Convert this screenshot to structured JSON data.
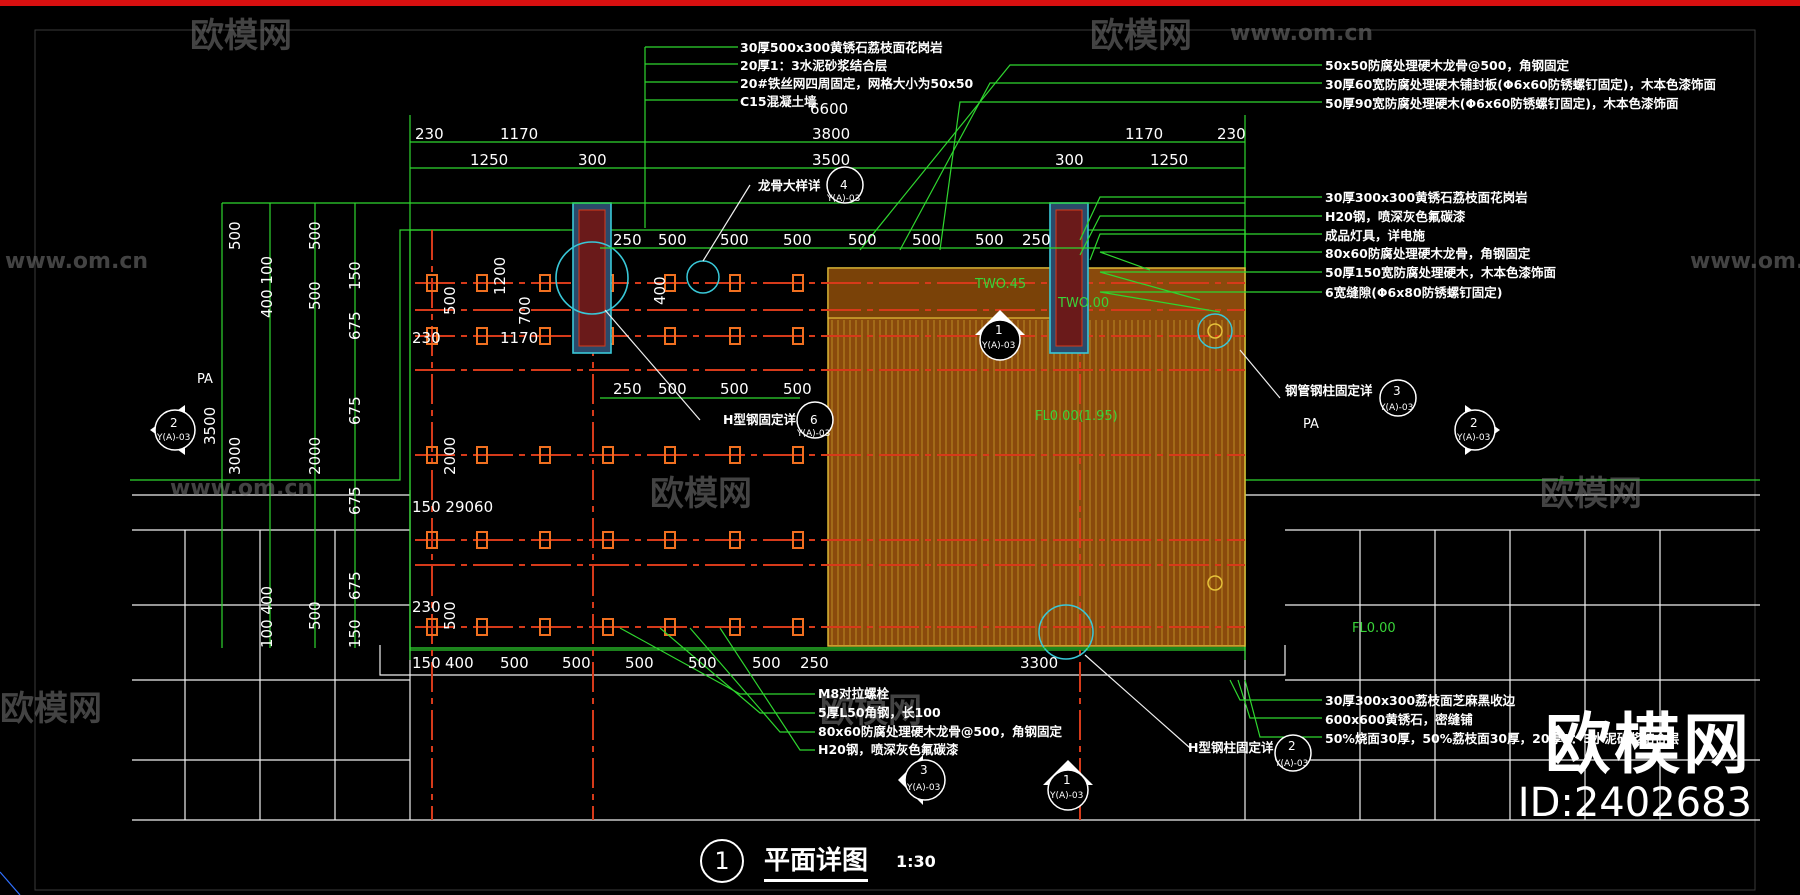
{
  "drawing": {
    "title_number": "1",
    "title": "平面详图",
    "scale": "1:30"
  },
  "brand": {
    "name": "欧模网",
    "id": "ID:2402683"
  },
  "watermarks": [
    "欧模网",
    "www.om.cn",
    "欧模网",
    "www.om.cn",
    "欧模网",
    "www.om.cn",
    "欧模网",
    "www.om.cn",
    "欧模网",
    "欧模网"
  ],
  "dimensions_top_row1": [
    "230",
    "1170",
    "3800",
    "1170",
    "230"
  ],
  "dimension_overall": "6600",
  "dimensions_top_row2": [
    "1250",
    "300",
    "3500",
    "300",
    "1250"
  ],
  "dimensions_inner_top": [
    "250",
    "500",
    "500",
    "500",
    "500",
    "500",
    "500",
    "250"
  ],
  "dimensions_inner_mid": [
    "250",
    "500",
    "500",
    "500"
  ],
  "dimensions_bottom": [
    "150",
    "400",
    "500",
    "500",
    "500",
    "500",
    "500",
    "250",
    "3300"
  ],
  "dimensions_left_outer": [
    "500",
    "3500",
    "400 100",
    "3000",
    "100 400"
  ],
  "dimensions_left_mid": [
    "500",
    "500",
    "2000",
    "500"
  ],
  "dimensions_left_inner": [
    "150",
    "675",
    "675",
    "675",
    "675",
    "150"
  ],
  "dimensions_misc": [
    "1200",
    "700",
    "400",
    "500",
    "2000",
    "1170",
    "230",
    "230",
    "150 29060",
    "500"
  ],
  "notes_top_left": [
    "30厚500x300黄锈石荔枝面花岗岩",
    "20厚1：3水泥砂浆结合层",
    "20#铁丝网四周固定，网格大小为50x50",
    "C15混凝土墙"
  ],
  "notes_top_right": [
    "50x50防腐处理硬木龙骨@500，角钢固定",
    "30厚60宽防腐处理硬木铺封板(Φ6x60防锈螺钉固定)，木本色漆饰面",
    "50厚90宽防腐处理硬木(Φ6x60防锈螺钉固定)，木本色漆饰面"
  ],
  "notes_right": [
    "30厚300x300黄锈石荔枝面花岗岩",
    "H20钢，喷深灰色氟碳漆",
    "成品灯具，详电施",
    "80x60防腐处理硬木龙骨，角钢固定",
    "50厚150宽防腐处理硬木，木本色漆饰面",
    "6宽缝隙(Φ6x80防锈螺钉固定)"
  ],
  "notes_bottom_left": [
    "M8对拉螺栓",
    "5厚L50角钢，长100",
    "80x60防腐处理硬木龙骨@500，角钢固定",
    "H20钢，喷深灰色氟碳漆"
  ],
  "notes_bottom_right": [
    "30厚300x300荔枝面芝麻黑收边",
    "600x600黄锈石，密缝铺",
    "50%烧面30厚，50%荔枝面30厚，20厚1：3水泥砂浆结合层"
  ],
  "callouts": {
    "keel_detail": "龙骨大样详",
    "h_steel_fixing": "H型钢固定详",
    "steel_column_fixing": "钢管钢柱固定详",
    "h_column_fixing": "H型钢柱固定详"
  },
  "detail_refs": [
    "4",
    "6",
    "1",
    "3",
    "2",
    "2",
    "1",
    "3",
    "2"
  ],
  "detail_sheet": "Y(A)-03",
  "levels": [
    "TWO.45",
    "TWO.00",
    "FL0.00(1.95)",
    "FL0.00"
  ],
  "labels_pa": [
    "PA",
    "PA"
  ],
  "colors": {
    "linework": "#2fd62f",
    "timber_fill": "#8a4a0c",
    "accent_red": "#d81010",
    "background": "#000000"
  }
}
